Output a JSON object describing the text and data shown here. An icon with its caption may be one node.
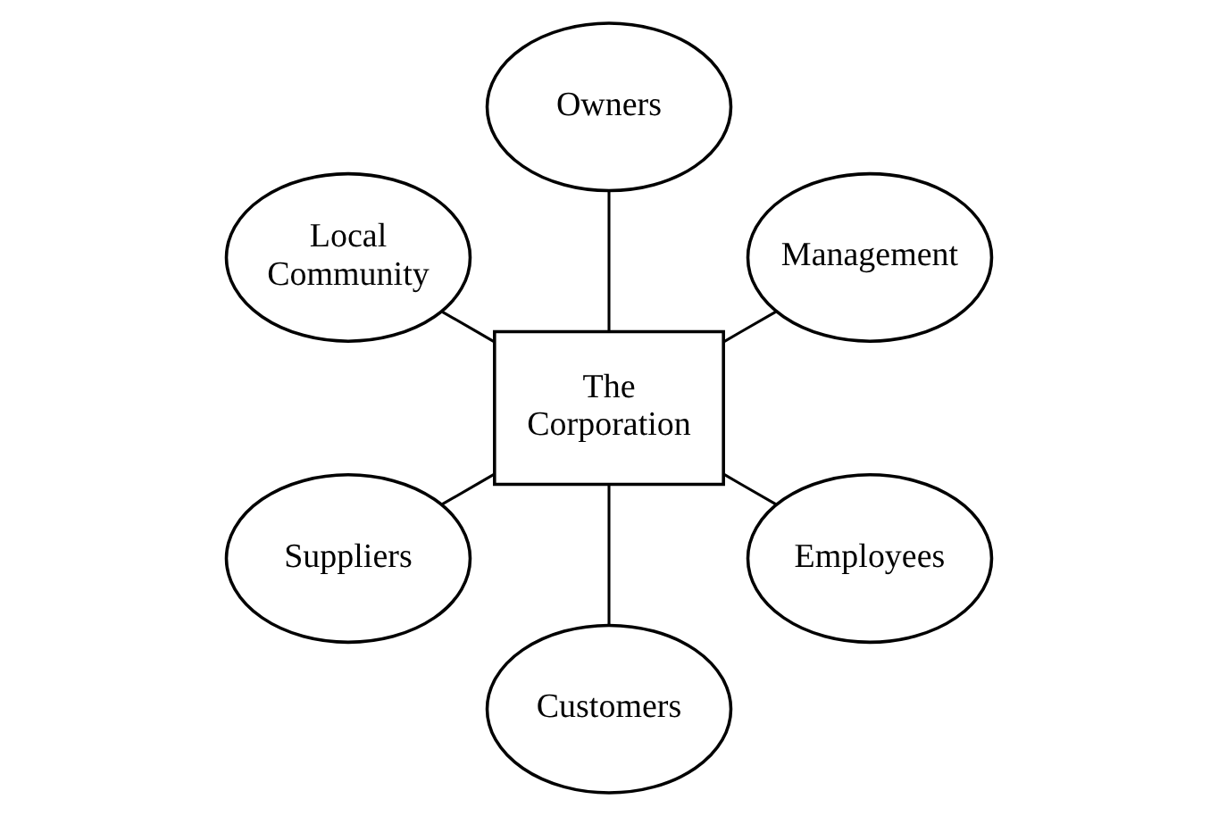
{
  "diagram": {
    "nodes": [
      {
        "text": [
          "Management"
        ]
      },
      {
        "text": [
          "Owners"
        ]
      },
      {
        "text": [
          "Local Community"
        ]
      },
      {
        "text": [
          "The Corporation"
        ]
      },
      {
        "text": [
          "Suppliers"
        ]
      },
      {
        "text": [
          "Customers"
        ]
      },
      {
        "text": [
          "Employees"
        ]
      }
    ],
    "edges": [
      {
        "from": 3,
        "to": 0,
        "arrow": "none"
      },
      {
        "from": 3,
        "to": 1,
        "arrow": "none"
      },
      {
        "from": 3,
        "to": 2,
        "arrow": "none"
      },
      {
        "from": 3,
        "to": 4,
        "arrow": "none"
      },
      {
        "from": 3,
        "to": 5,
        "arrow": "none"
      },
      {
        "from": 3,
        "to": 6,
        "arrow": "none"
      }
    ]
  }
}
